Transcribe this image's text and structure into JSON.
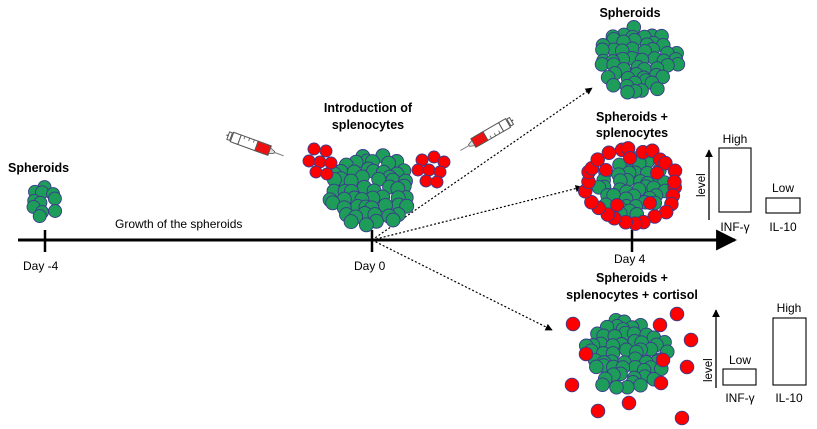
{
  "timeline": {
    "labels": {
      "day_minus4": "Day -4",
      "day0": "Day 0",
      "day4": "Day 4",
      "growth": "Growth of the spheroids"
    }
  },
  "labels": {
    "spheroids_left": "Spheroids",
    "introduction": [
      "Introduction of",
      "splenocytes"
    ],
    "spheroids_top": "Spheroids",
    "spheroids_splenocytes": [
      "Spheroids +",
      "splenocytes"
    ],
    "spheroids_cortisol": [
      "Spheroids +",
      "splenocytes + cortisol"
    ]
  },
  "bar_panels": [
    {
      "axis_label": "level",
      "bars": [
        {
          "name": "INF-γ",
          "level_label": "High",
          "level": "high"
        },
        {
          "name": "IL-10",
          "level_label": "Low",
          "level": "low"
        }
      ]
    },
    {
      "axis_label": "level",
      "bars": [
        {
          "name": "INF-γ",
          "level_label": "Low",
          "level": "low"
        },
        {
          "name": "IL-10",
          "level_label": "High",
          "level": "high"
        }
      ]
    }
  ],
  "colors": {
    "spheroid_green": "#1e9c5a",
    "cell_outline": "#3a3a8c",
    "splenocyte_red": "#ff0000",
    "line": "#000000"
  },
  "icons": [
    "syringe-icon",
    "syringe-icon"
  ]
}
